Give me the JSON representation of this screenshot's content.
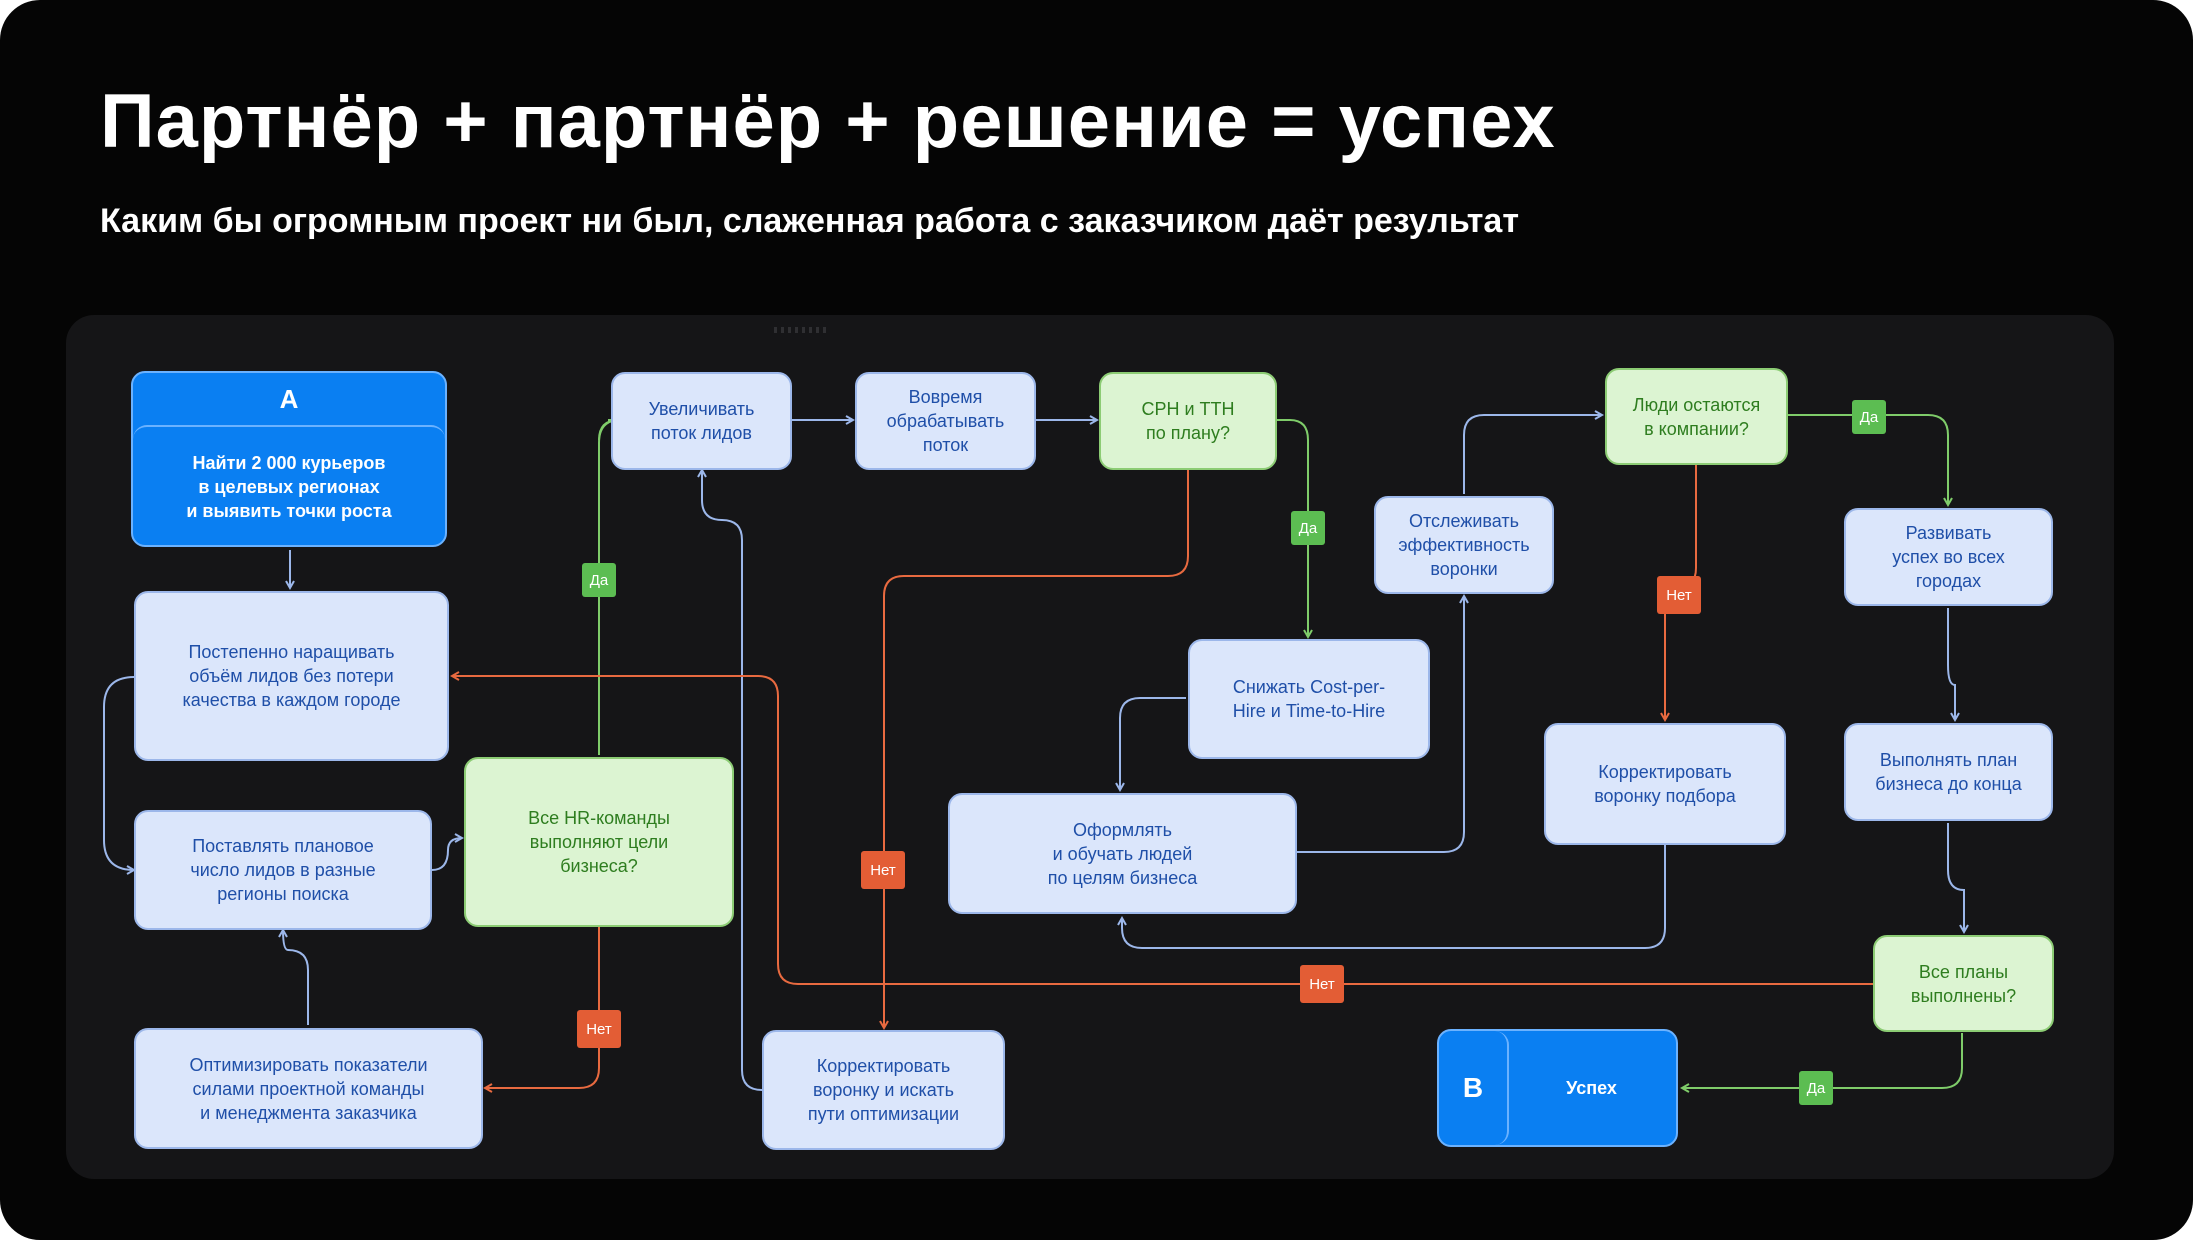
{
  "title": "Партнёр + партнёр + решение = успех",
  "subtitle": "Каким бы огромным проект ни был, слаженная работа с заказчиком даёт результат",
  "colors": {
    "background": "#050505",
    "board": "#151517",
    "terminal_blue": "#0a7ff2",
    "process_fill": "#dbe6fb",
    "process_text": "#1f4fa8",
    "decision_fill": "#dcf4d2",
    "decision_text": "#2e7d1f",
    "yes_badge": "#5cbd52",
    "no_badge": "#e35d35"
  },
  "start": {
    "letter": "A",
    "text": "Найти 2 000 курьеров\nв целевых регионах\nи выявить точки роста"
  },
  "finish": {
    "letter": "B",
    "text": "Успех"
  },
  "nodes": {
    "grow_leads": "Постепенно наращивать\nобъём лидов без потери\nкачества в каждом городе",
    "set_plan": "Поставлять плановое\nчисло лидов в разные\nрегионы поиска",
    "optimize_team": "Оптимизировать показатели\nсилами проектной команды\nи менеджмента заказчика",
    "hr_goals": "Все HR-команды\nвыполняют цели\nбизнеса?",
    "increase_flow": "Увеличивать\nпоток лидов",
    "process_flow": "Вовремя\nобрабатывать\nпоток",
    "cph_tth": "CPH и TTH\nпо плану?",
    "correct_funnel_opt": "Корректировать\nворонку и искать\nпути оптимизации",
    "reduce_cost": "Снижать Cost-per-\nHire и Time-to-Hire",
    "onboard": "Оформлять\nи обучать людей\nпо целям бизнеса",
    "track_funnel": "Отслеживать\nэффективность\nворонки",
    "people_stay": "Люди остаются\nв компании?",
    "correct_funnel": "Корректировать\nворонку подбора",
    "develop_success": "Развивать\nуспех во всех\nгородах",
    "complete_plan": "Выполнять план\nбизнеса до конца",
    "all_plans": "Все планы\nвыполнены?"
  },
  "badges": {
    "yes": "Да",
    "no": "Нет"
  }
}
